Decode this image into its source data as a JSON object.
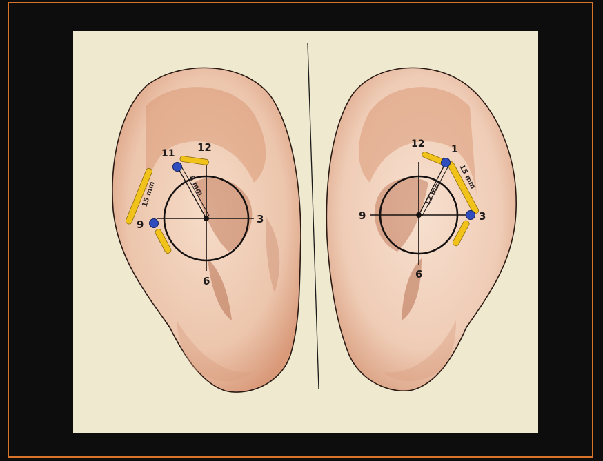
{
  "left_ear": {
    "clock_labels": {
      "top_left": "11",
      "top": "12",
      "right": "3",
      "left": "9",
      "bottom": "6"
    },
    "measure_radius": "8 mm",
    "measure_arc": "15 mm"
  },
  "right_ear": {
    "clock_labels": {
      "top_left": "12",
      "top_right": "1",
      "left": "9",
      "right": "3",
      "bottom": "6"
    },
    "measure_radius": "12 mm",
    "measure_arc": "15 mm"
  },
  "colors": {
    "background": "#0d0d0d",
    "border": "#d9742a",
    "paper": "#efe9cf",
    "skin": "#ecc9b3",
    "skin_shade": "#c98461",
    "marker_yellow": "#f1c21a",
    "marker_blue": "#2f4dbd",
    "ink": "#1e1a1a"
  }
}
